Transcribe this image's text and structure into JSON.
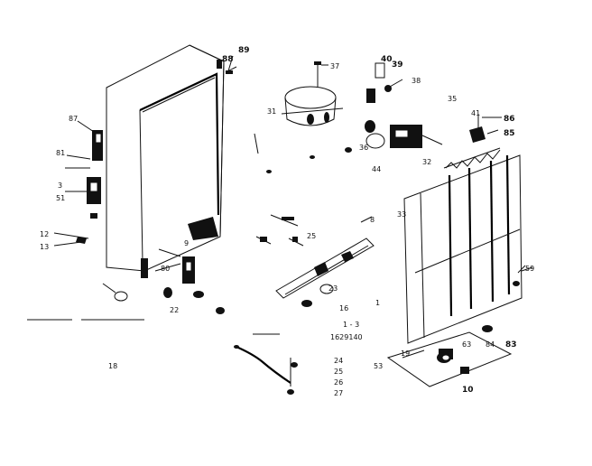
{
  "diagram": {
    "part_numbers": {
      "p88": "88",
      "p89": "89",
      "p37": "37",
      "p40": "40",
      "p39": "39",
      "p38": "38",
      "p31": "31",
      "p35": "35",
      "p41": "41",
      "p86": "86",
      "p85": "85",
      "p87": "87",
      "p81": "81",
      "p3": "3",
      "p51": "51",
      "p12": "12",
      "p13": "13",
      "p36": "36",
      "p44": "44",
      "p32": "32",
      "p33": "33",
      "p9": "9",
      "p10": "10",
      "p80": "80",
      "p63": "63",
      "p84": "84",
      "p83": "83",
      "p16": "16",
      "p22": "22",
      "p25": "25",
      "p23": "23",
      "p53": "53",
      "p59": "59",
      "p19": "19",
      "p18": "18",
      "p1": "1",
      "p8": "8"
    },
    "bottom_labels": [
      "24",
      "25",
      "26",
      "27"
    ],
    "ref_lines": [
      "1 - 3",
      "1629140"
    ]
  }
}
